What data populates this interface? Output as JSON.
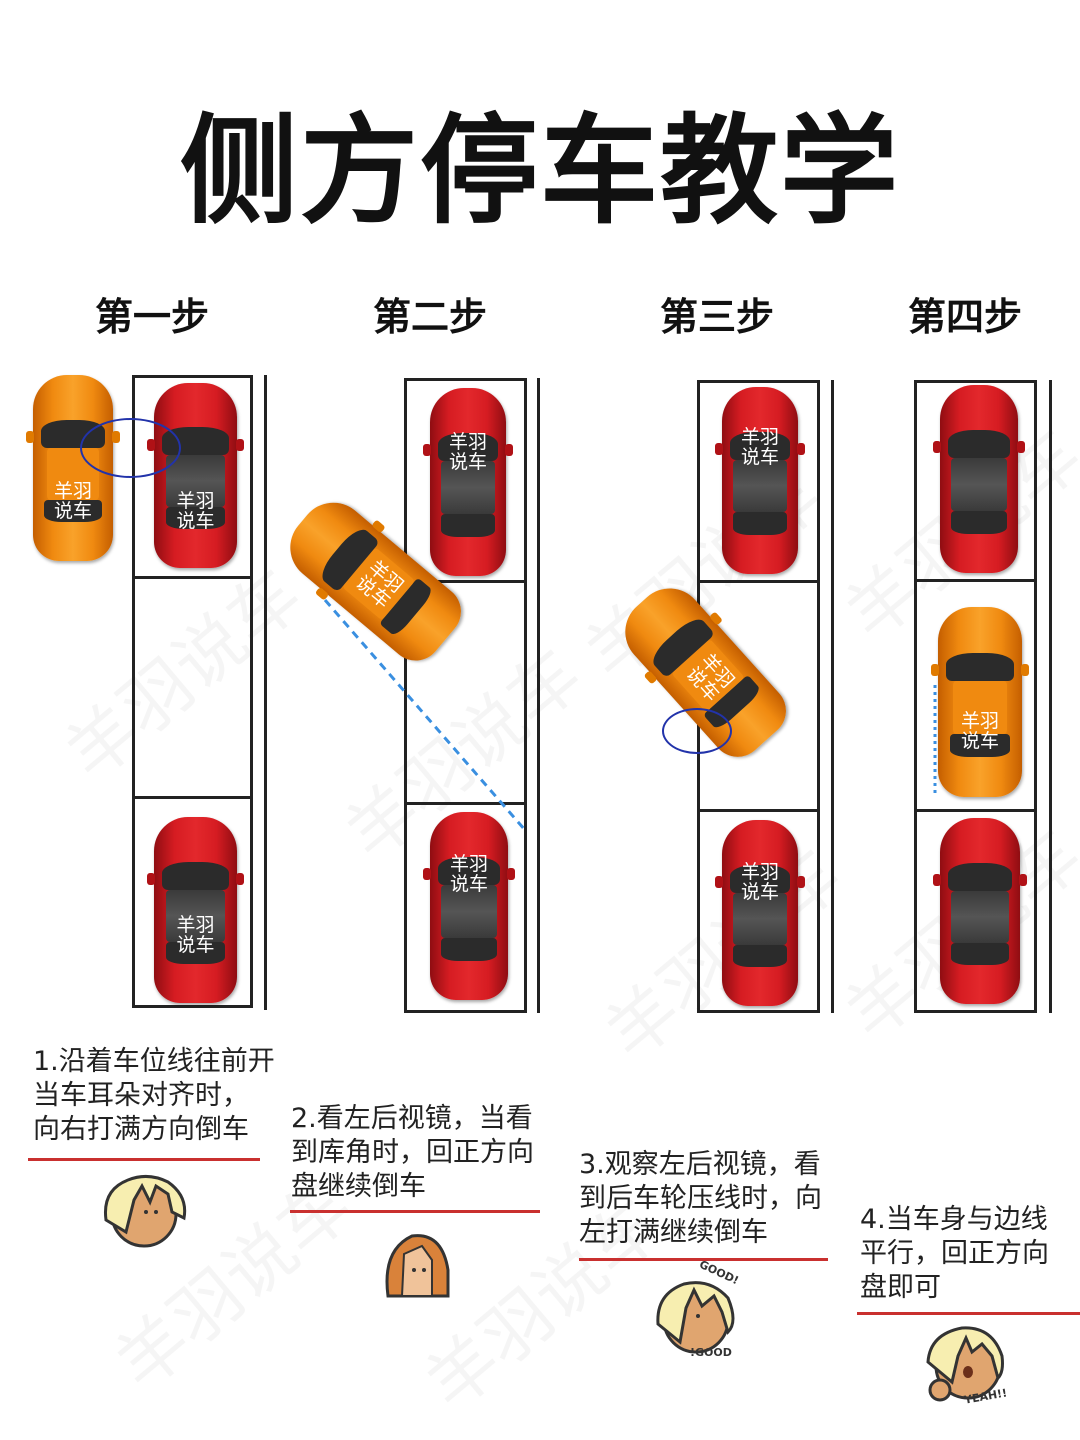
{
  "title": "侧方停车教学",
  "steps": [
    {
      "heading": "第一步",
      "instruction": "1.沿着车位线往前开\n当车耳朵对齐时，\n向右打满方向倒车"
    },
    {
      "heading": "第二步",
      "instruction": "2.看左后视镜，当看\n到库角时，回正方向\n盘继续倒车"
    },
    {
      "heading": "第三步",
      "instruction": "3.观察左后视镜，看\n到后车轮压线时，向\n左打满继续倒车"
    },
    {
      "heading": "第四步",
      "instruction": "4.当车身与边线\n平行，回正方向\n盘即可"
    }
  ],
  "car_label": {
    "line1": "羊羽",
    "line2": "说车"
  },
  "watermark": "羊羽说车",
  "stickers": {
    "good_top": "GOOD!",
    "good_bottom": "!GOOD",
    "yeah": "YEAH!!"
  },
  "colors": {
    "red_car": "#d61c22",
    "orange_car": "#f08a10",
    "underline": "#c9302f",
    "guide": "#3a8fe0"
  }
}
